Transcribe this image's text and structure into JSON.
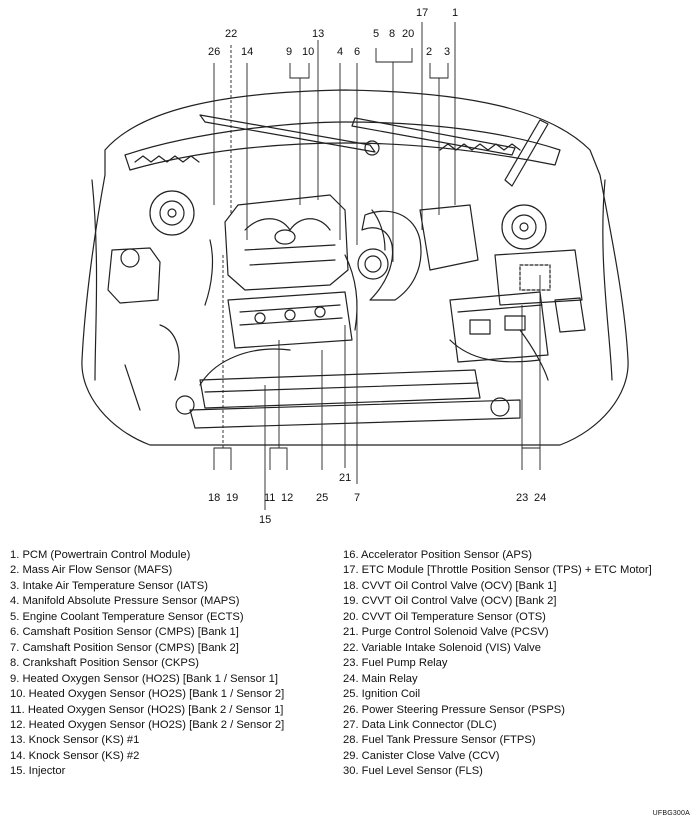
{
  "callouts": {
    "top": [
      "26",
      "22",
      "14",
      "13",
      "9",
      "10",
      "4",
      "6",
      "5",
      "8",
      "20",
      "17",
      "1",
      "2",
      "3"
    ],
    "bottom": [
      "18",
      "19",
      "11",
      "12",
      "15",
      "25",
      "21",
      "7",
      "23",
      "24"
    ]
  },
  "legend_left": [
    "1. PCM (Powertrain Control Module)",
    "2. Mass Air Flow Sensor (MAFS)",
    "3. Intake Air Temperature Sensor (IATS)",
    "4. Manifold Absolute Pressure Sensor (MAPS)",
    "5. Engine Coolant Temperature Sensor (ECTS)",
    "6. Camshaft Position Sensor (CMPS) [Bank 1]",
    "7. Camshaft Position Sensor (CMPS) [Bank 2]",
    "8. Crankshaft Position Sensor (CKPS)",
    "9. Heated Oxygen Sensor (HO2S) [Bank 1 / Sensor 1]",
    "10. Heated Oxygen Sensor (HO2S) [Bank 1 / Sensor 2]",
    "11. Heated Oxygen Sensor (HO2S) [Bank 2 / Sensor 1]",
    "12. Heated Oxygen Sensor (HO2S) [Bank 2 / Sensor 2]",
    "13. Knock Sensor (KS) #1",
    "14. Knock Sensor (KS) #2",
    "15. Injector"
  ],
  "legend_right": [
    "16. Accelerator Position Sensor (APS)",
    "17. ETC Module [Throttle Position Sensor (TPS) + ETC Motor]",
    "18. CVVT Oil Control Valve (OCV) [Bank 1]",
    "19. CVVT Oil Control Valve (OCV) [Bank 2]",
    "20. CVVT Oil Temperature Sensor (OTS)",
    "21. Purge Control Solenoid Valve (PCSV)",
    "22. Variable Intake Solenoid (VIS) Valve",
    "23. Fuel Pump Relay",
    "24. Main Relay",
    "25. Ignition Coil",
    "26. Power Steering Pressure Sensor (PSPS)",
    "27. Data Link Connector (DLC)",
    "28. Fuel Tank Pressure Sensor (FTPS)",
    "29. Canister Close Valve (CCV)",
    "30. Fuel Level Sensor (FLS)"
  ],
  "figure_code": "UFBG300A"
}
